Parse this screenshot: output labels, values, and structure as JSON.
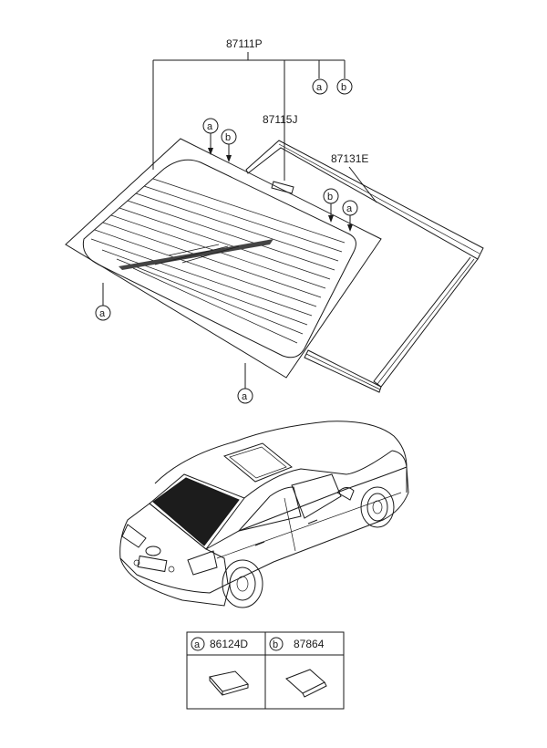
{
  "parts": {
    "glass_assy": "87111P",
    "glass_part": "87115J",
    "molding": "87131E"
  },
  "callout_marks": {
    "a": "a",
    "b": "b"
  },
  "legend": {
    "a_letter": "a",
    "a_part": "86124D",
    "b_letter": "b",
    "b_part": "87864"
  }
}
